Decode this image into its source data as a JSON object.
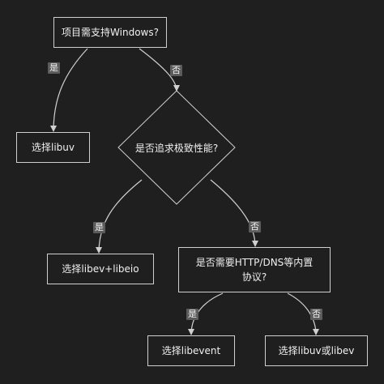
{
  "nodes": {
    "start": "项目需支持Windows?",
    "libuv": "选择libuv",
    "perf": "是否追求极致性能?",
    "libev_libeio": "选择libev+libeio",
    "http_dns_line1": "是否需要HTTP/DNS等内置",
    "http_dns_line2": "协议?",
    "libevent": "选择libevent",
    "libuv_or_libev": "选择libuv或libev"
  },
  "edge_labels": {
    "start_yes": "是",
    "start_no": "否",
    "perf_yes": "是",
    "perf_no": "否",
    "http_yes": "是",
    "http_no": "否"
  },
  "colors": {
    "background": "#1f1f1f",
    "node_border": "#cfcfcf",
    "edge": "#d0d0d0",
    "label_bg": "#5c5c5c",
    "text": "#f0f0f0"
  }
}
